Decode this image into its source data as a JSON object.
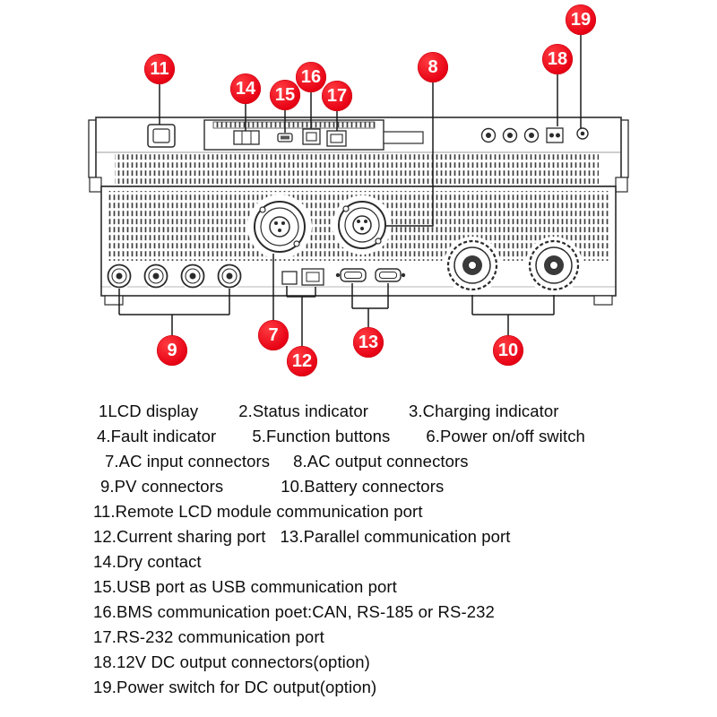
{
  "colors": {
    "callout_red": "#e60013",
    "line_dark": "#2b2b2b"
  },
  "callouts": {
    "n7": "7",
    "n8": "8",
    "n9": "9",
    "n10": "10",
    "n11": "11",
    "n12": "12",
    "n13": "13",
    "n14": "14",
    "n15": "15",
    "n16": "16",
    "n17": "17",
    "n18": "18",
    "n19": "19"
  },
  "legend": {
    "lines": [
      [
        "1LCD display",
        "2.Status indicator",
        "3.Charging indicator"
      ],
      [
        "4.Fault indicator",
        "5.Function buttons",
        "6.Power on/off switch"
      ],
      [
        "7.AC input connectors",
        "8.AC output connectors"
      ],
      [
        "9.PV connectors",
        "10.Battery connectors"
      ],
      [
        "11.Remote LCD module communication port"
      ],
      [
        "12.Current sharing port",
        "13.Parallel communication port"
      ],
      [
        "14.Dry contact"
      ],
      [
        "15.USB port as USB communication port"
      ],
      [
        "16.BMS communication poet:CAN, RS-185 or RS-232"
      ],
      [
        "17.RS-232 communication port"
      ],
      [
        "18.12V DC output connectors(option)"
      ],
      [
        "19.Power switch for DC output(option)"
      ]
    ]
  }
}
